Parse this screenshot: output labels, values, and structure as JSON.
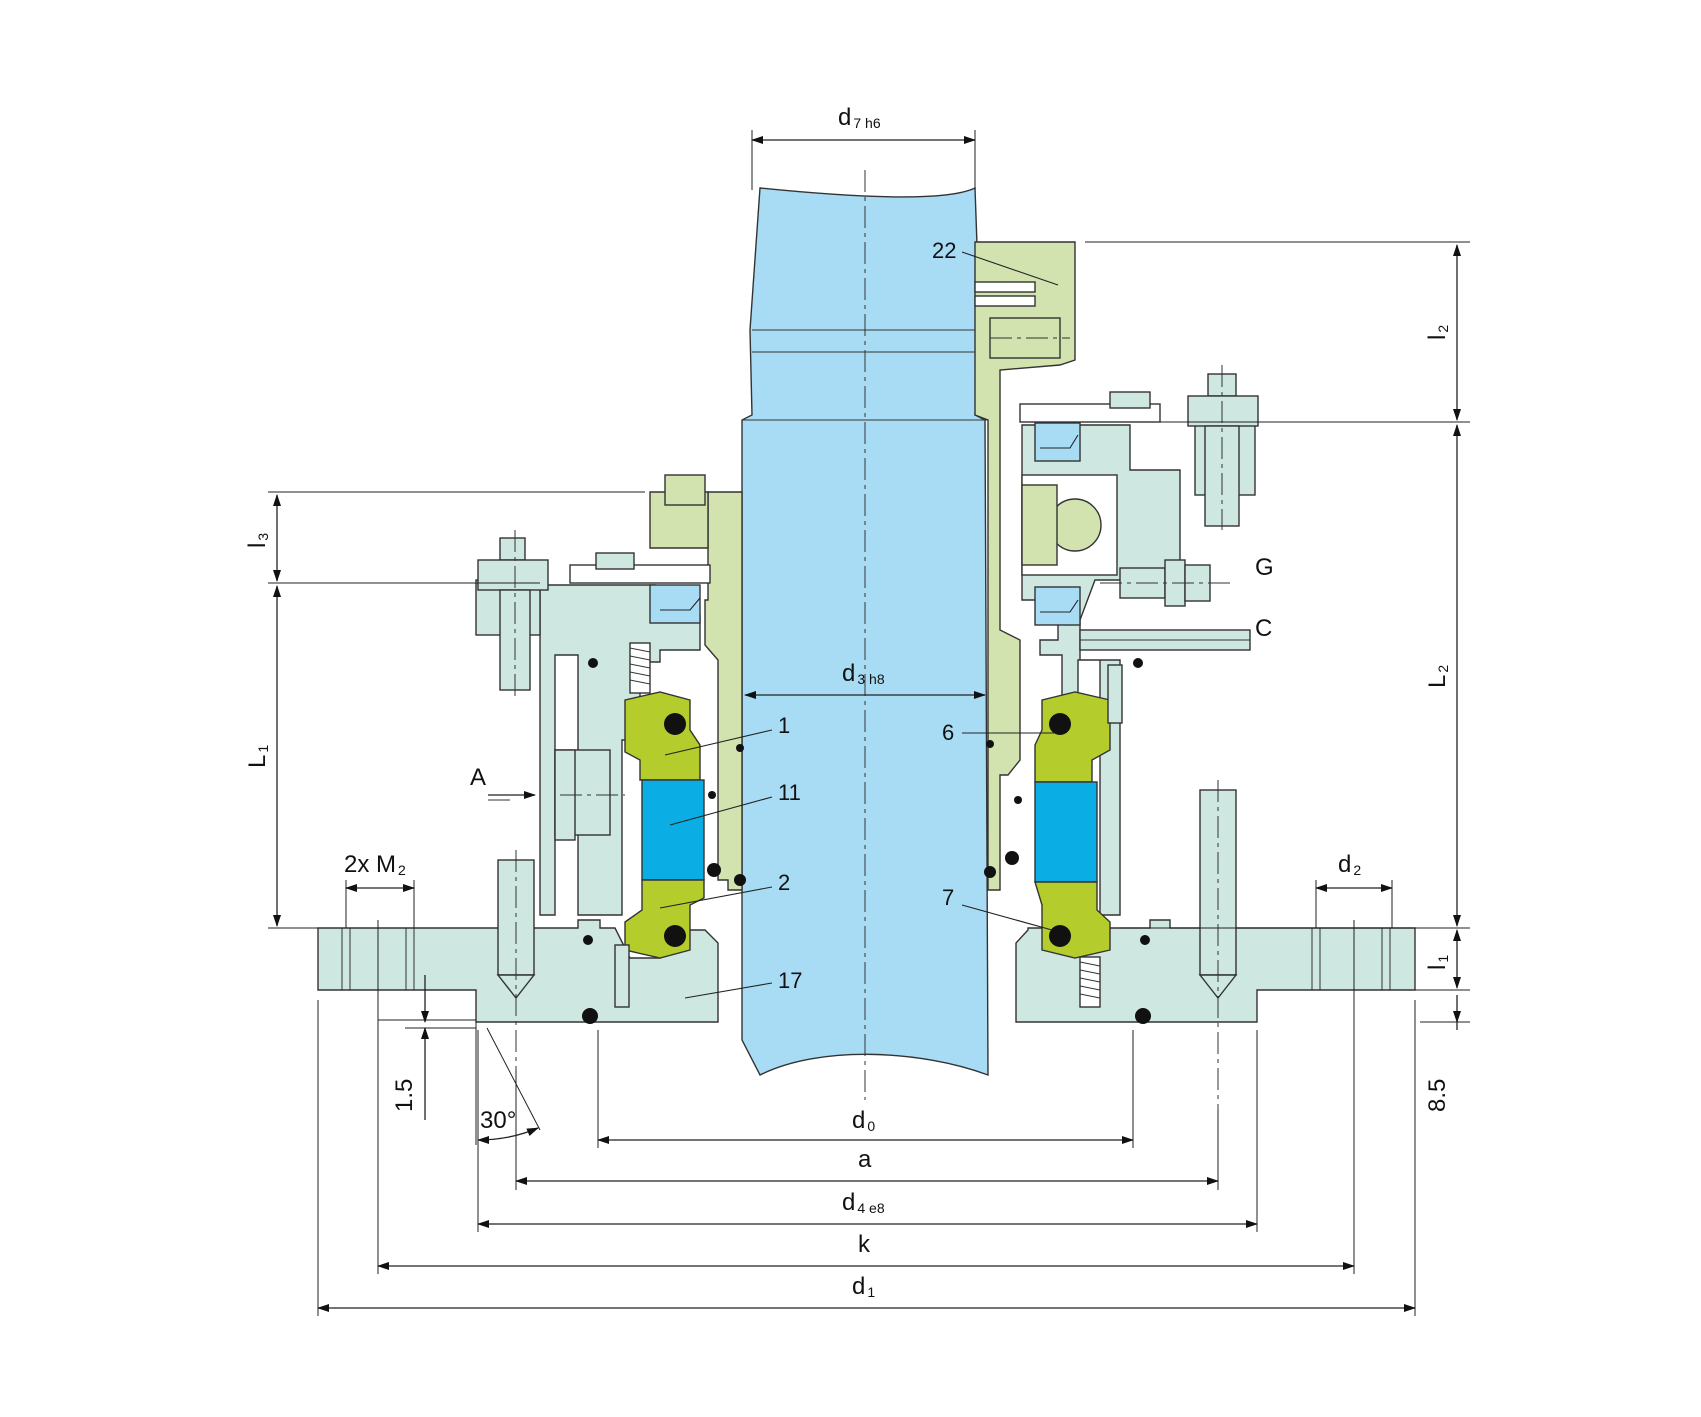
{
  "colors": {
    "shaft": "#a8dcf5",
    "housing": "#cfe7e1",
    "sleeve_and_clamp": "#d2e3b0",
    "seal_rings": "#b4cc2c",
    "seat": "#0aaee4",
    "orings": "#111111"
  },
  "dimensions": {
    "d7": {
      "main": "d",
      "sub": "7 h6"
    },
    "d3": {
      "main": "d",
      "sub": "3 h8"
    },
    "d0": {
      "main": "d",
      "sub": "0"
    },
    "a": {
      "main": "a"
    },
    "d4": {
      "main": "d",
      "sub": "4 e8"
    },
    "k": {
      "main": "k"
    },
    "d1": {
      "main": "d",
      "sub": "1"
    },
    "l2": {
      "main": "l",
      "sub": "2"
    },
    "L2": {
      "main": "L",
      "sub": "2"
    },
    "l1": {
      "main": "l",
      "sub": "1"
    },
    "l3": {
      "main": "l",
      "sub": "3"
    },
    "L1": {
      "main": "L",
      "sub": "1"
    },
    "d2": {
      "main": "d",
      "sub": "2"
    },
    "m2": {
      "main": "2x M",
      "sub": "2"
    },
    "chamfer_depth": "1.5",
    "chamfer_angle": "30°",
    "flange_step": "8.5"
  },
  "connections": {
    "A": "A",
    "G": "G",
    "C": "C"
  },
  "part_numbers": {
    "p22": "22",
    "p1": "1",
    "p11": "11",
    "p2": "2",
    "p17": "17",
    "p6": "6",
    "p7": "7"
  }
}
